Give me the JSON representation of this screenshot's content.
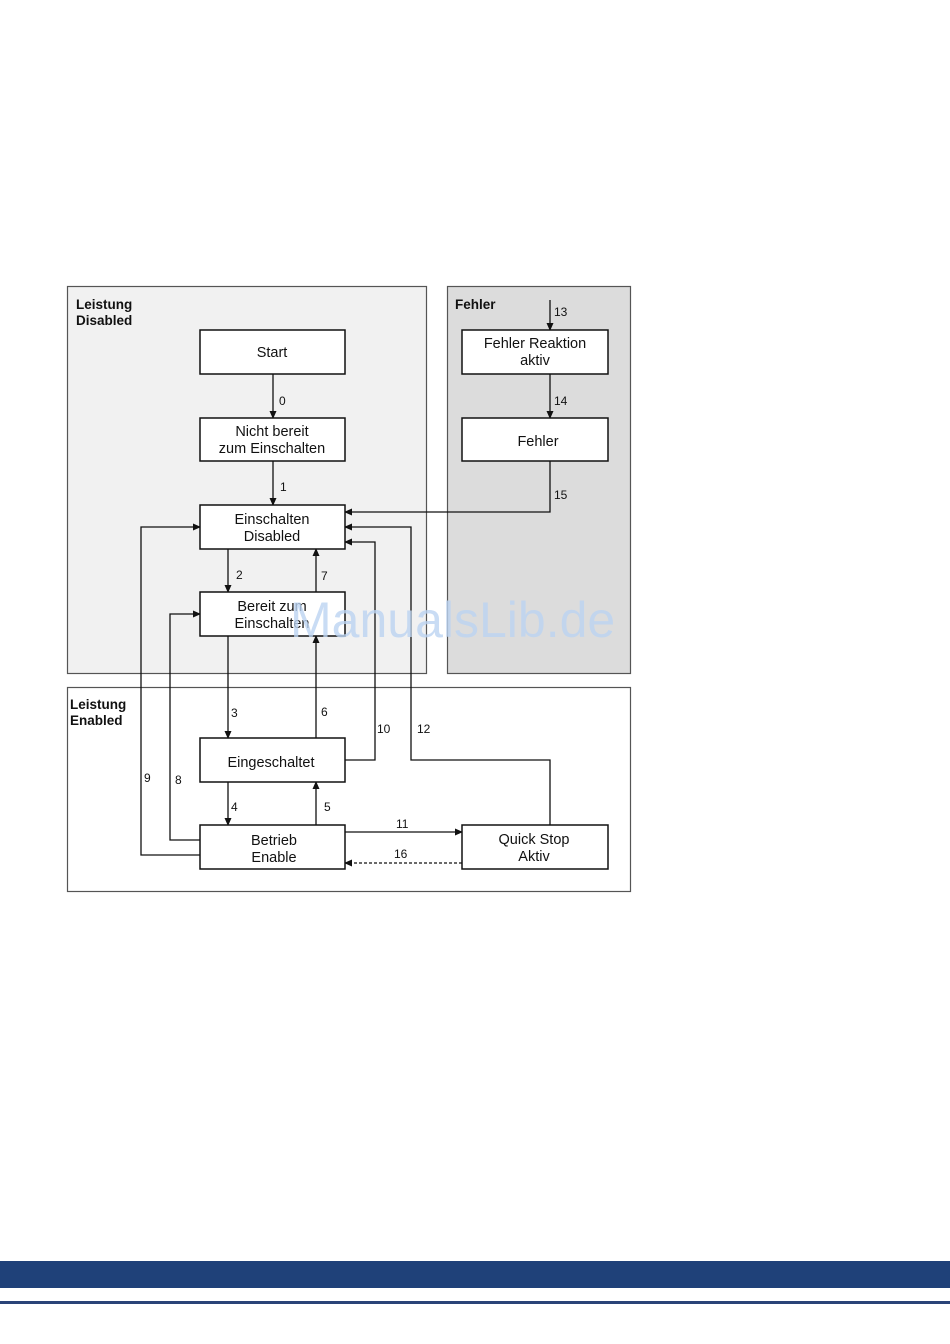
{
  "diagram": {
    "regions": {
      "power_disabled": {
        "line1": "Leistung",
        "line2": "Disabled",
        "fill": "#f1f1f1"
      },
      "fault": {
        "line1": "Fehler",
        "fill": "#dcdcdc"
      },
      "power_enabled": {
        "line1": "Leistung",
        "line2": "Enabled",
        "fill": "#ffffff"
      }
    },
    "states": {
      "start": {
        "line1": "Start"
      },
      "not_ready": {
        "line1": "Nicht bereit",
        "line2": "zum Einschalten"
      },
      "switch_on_disabled": {
        "line1": "Einschalten",
        "line2": "Disabled"
      },
      "ready": {
        "line1": "Bereit zum",
        "line2": "Einschalten"
      },
      "switched_on": {
        "line1": "Eingeschaltet"
      },
      "operation_enable": {
        "line1": "Betrieb",
        "line2": "Enable"
      },
      "quick_stop": {
        "line1": "Quick Stop",
        "line2": "Aktiv"
      },
      "fault_reaction": {
        "line1": "Fehler Reaktion",
        "line2": "aktiv"
      },
      "fault": {
        "line1": "Fehler"
      }
    },
    "transitions": {
      "t0": "0",
      "t1": "1",
      "t2": "2",
      "t3": "3",
      "t4": "4",
      "t5": "5",
      "t6": "6",
      "t7": "7",
      "t8": "8",
      "t9": "9",
      "t10": "10",
      "t11": "11",
      "t12": "12",
      "t13": "13",
      "t14": "14",
      "t15": "15",
      "t16": "16"
    }
  },
  "watermark": "ManualsLib.de",
  "footer": {
    "band_color": "#1f4179"
  }
}
